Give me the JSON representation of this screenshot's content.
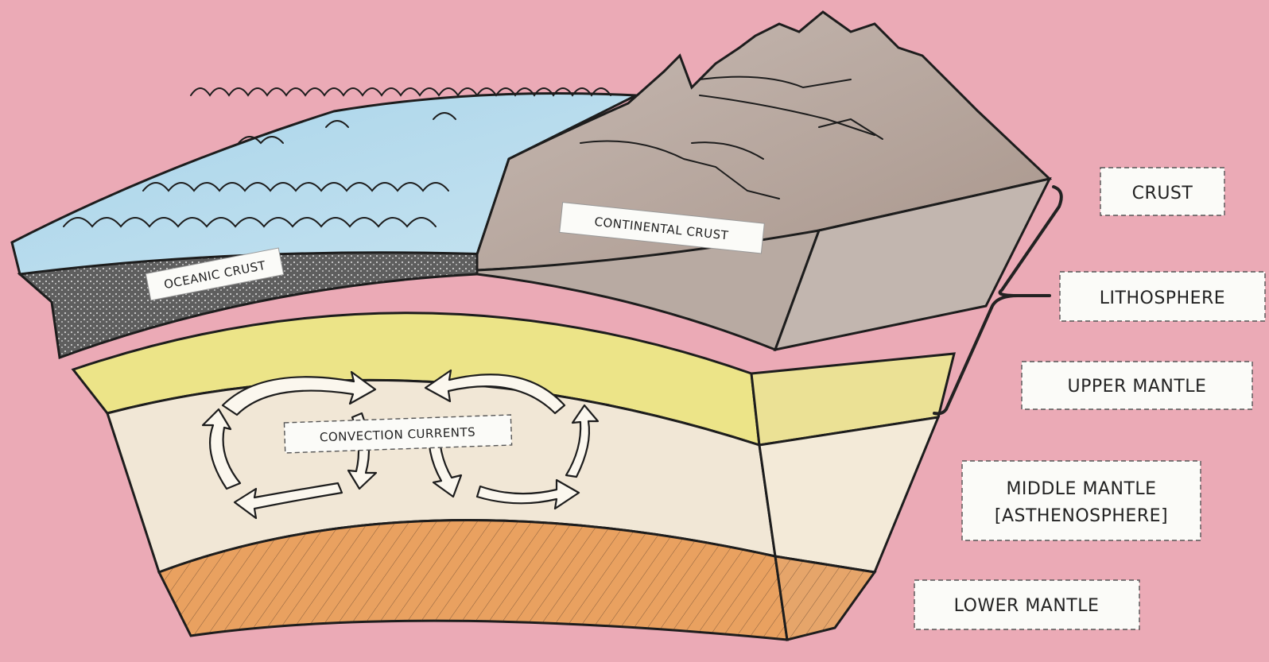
{
  "diagram": {
    "labels": {
      "oceanic_crust": "OCEANIC CRUST",
      "continental_crust": "CONTINENTAL CRUST",
      "convection_currents": "CONVECTION CURRENTS"
    },
    "side_tags": {
      "crust": "CRUST",
      "lithosphere": "LITHOSPHERE",
      "upper_mantle": "UPPER MANTLE",
      "middle_mantle_line1": "MIDDLE MANTLE",
      "middle_mantle_line2": "[ASTHENOSPHERE]",
      "lower_mantle": "LOWER MANTLE"
    },
    "colors": {
      "background": "#ebaab6",
      "ocean": "#b9dcec",
      "oceanic_rock": "#6d6d6d",
      "continent": "#bcaea6",
      "upper_mantle": "#ece488",
      "middle_mantle": "#f1e7d6",
      "lower_mantle": "#e9a160"
    }
  }
}
